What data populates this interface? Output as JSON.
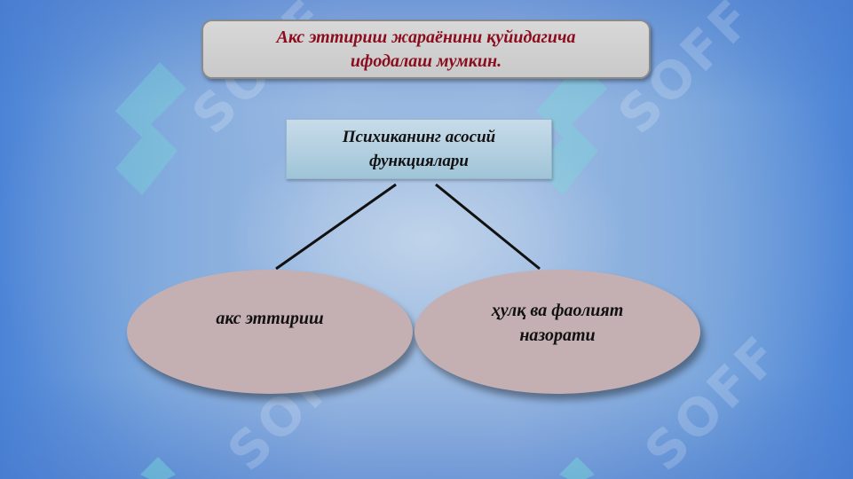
{
  "slide": {
    "title": "Акс эттириш жараёнини қуйидагича ифодалаш мумкин.",
    "center_node": "Психиканинг асосий функциялари",
    "branches": [
      {
        "label": "акс эттириш"
      },
      {
        "label": "ҳулқ ва фаолият назорати"
      }
    ]
  },
  "watermark": {
    "text": "SOFF",
    "icon": "soff-logo-icon"
  },
  "colors": {
    "title_text": "#8b0d1d",
    "title_box": "#cfcfcf",
    "center_box": "#b2cfe0",
    "ellipse_fill": "#c4b0b2",
    "connector": "#111111",
    "background": "#6f9fd6"
  }
}
